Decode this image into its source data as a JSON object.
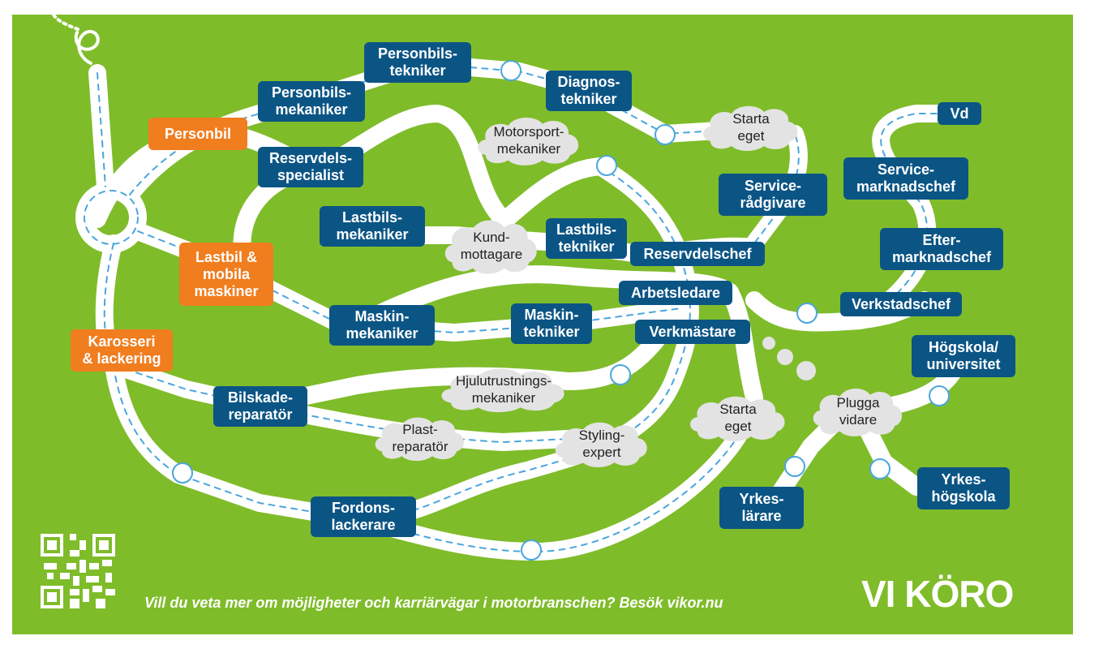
{
  "colors": {
    "background": "#7fbc2a",
    "road": "#ffffff",
    "lane": "#4aa6dc",
    "box_blue": "#0b5585",
    "box_orange": "#f07d1e",
    "cloud": "#e3e3e3"
  },
  "nodes": {
    "personbil": "Personbil",
    "lastbil": "Lastbil &\nmobila\nmaskiner",
    "karosseri": "Karosseri\n& lackering",
    "personbilstekniker": "Personbils-\ntekniker",
    "personbilsmekaniker": "Personbils-\nmekaniker",
    "reservdelsspecialist": "Reservdels-\nspecialist",
    "diagnostekniker": "Diagnos-\ntekniker",
    "lastbilsmekaniker": "Lastbils-\nmekaniker",
    "lastbilstekniker": "Lastbils-\ntekniker",
    "reservdelschef": "Reservdelschef",
    "servicaradgivare": "Service-\nrådgivare",
    "arbetsledare": "Arbetsledare",
    "maskinmekaniker": "Maskin-\nmekaniker",
    "maskintekniker": "Maskin-\ntekniker",
    "verkmastare": "Verkmästare",
    "bilskadereparator": "Bilskade-\nreparatör",
    "fordonslackerare": "Fordons-\nlackerare",
    "vd": "Vd",
    "servicemarknadschef": "Service-\nmarknadschef",
    "eftermarknadschef": "Efter-\nmarknadschef",
    "verkstadschef": "Verkstadschef",
    "hogskola": "Högskola/\nuniversitet",
    "yrkeshogskola": "Yrkes-\nhögskola",
    "yrkeslarare": "Yrkes-\nlärare"
  },
  "clouds": {
    "starta_eget_top": "Starta\neget",
    "motorsport": "Motorsport-\nmekaniker",
    "kundmottagare": "Kund-\nmottagare",
    "hjulutrustning": "Hjulutrustnings-\nmekaniker",
    "plastreparator": "Plast-\nreparatör",
    "stylingexpert": "Styling-\nexpert",
    "starta_eget_bottom": "Starta\neget",
    "plugga_vidare": "Plugga\nvidare"
  },
  "footer": {
    "text": "Vill du veta mer om möjligheter och karriärvägar i motorbranschen? Besök vikor.nu",
    "logo": "VI KÖR",
    "logo_mark": "O",
    "qr_icon": "qr-code-icon"
  }
}
